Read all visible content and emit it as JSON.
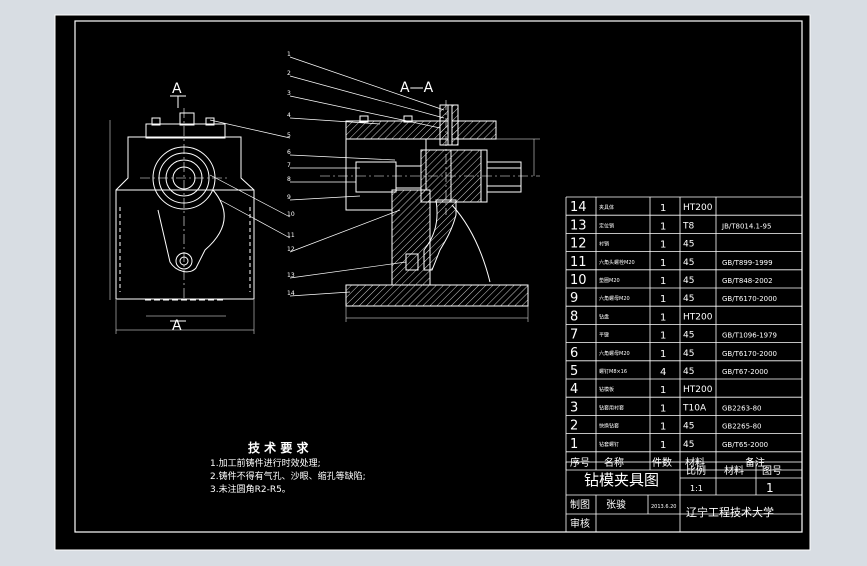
{
  "colors": {
    "background_outer": "#d8dde3",
    "paper": "#000000",
    "line": "#ffffff",
    "hatch": "#ffffff"
  },
  "section_labels": {
    "left_top": "A",
    "left_bottom": "A",
    "section_title": "A—A"
  },
  "callouts": [
    "1",
    "2",
    "3",
    "4",
    "5",
    "6",
    "7",
    "8",
    "9",
    "10",
    "11",
    "12",
    "13",
    "14"
  ],
  "tech_requirements": {
    "title": "技 术 要 求",
    "items": [
      "1.加工前铸件进行时效处理;",
      "2.铸件不得有气孔、沙眼、缩孔等缺陷;",
      "3.未注圆角R2-R5。"
    ]
  },
  "bom": {
    "header": {
      "no": "序号",
      "name": "名称",
      "qty": "件数",
      "material": "材料",
      "remark": "备注"
    },
    "rows": [
      {
        "no": "14",
        "name": "夹具体",
        "qty": "1",
        "material": "HT200",
        "remark": ""
      },
      {
        "no": "13",
        "name": "定位销",
        "qty": "1",
        "material": "T8",
        "remark": "JB/T8014.1-95"
      },
      {
        "no": "12",
        "name": "衬销",
        "qty": "1",
        "material": "45",
        "remark": ""
      },
      {
        "no": "11",
        "name": "六角头螺栓M20",
        "qty": "1",
        "material": "45",
        "remark": "GB/T899-1999"
      },
      {
        "no": "10",
        "name": "垫圈M20",
        "qty": "1",
        "material": "45",
        "remark": "GB/T848-2002"
      },
      {
        "no": "9",
        "name": "六角螺母M20",
        "qty": "1",
        "material": "45",
        "remark": "GB/T6170-2000"
      },
      {
        "no": "8",
        "name": "钻盘",
        "qty": "1",
        "material": "HT200",
        "remark": ""
      },
      {
        "no": "7",
        "name": "平键",
        "qty": "1",
        "material": "45",
        "remark": "GB/T1096-1979"
      },
      {
        "no": "6",
        "name": "六角螺母M20",
        "qty": "1",
        "material": "45",
        "remark": "GB/T6170-2000"
      },
      {
        "no": "5",
        "name": "螺钉M8×16",
        "qty": "4",
        "material": "45",
        "remark": "GB/T67-2000"
      },
      {
        "no": "4",
        "name": "钻模板",
        "qty": "1",
        "material": "HT200",
        "remark": ""
      },
      {
        "no": "3",
        "name": "钻套用衬套",
        "qty": "1",
        "material": "T10A",
        "remark": "GB2263-80"
      },
      {
        "no": "2",
        "name": "快换钻套",
        "qty": "1",
        "material": "45",
        "remark": "GB2265-80"
      },
      {
        "no": "1",
        "name": "钻套螺钉",
        "qty": "1",
        "material": "45",
        "remark": "GB/T65-2000"
      }
    ]
  },
  "title_block": {
    "drawing_title": "钻模夹具图",
    "scale_label": "比例",
    "scale_value": "1:1",
    "material_label": "材料",
    "drawing_no_label": "图号",
    "drawing_no_value": "1",
    "drawn_by_label": "制图",
    "drawn_by_name": "张骏",
    "date": "2013.6.20",
    "checked_by_label": "审核",
    "institution": "辽宁工程技术大学"
  }
}
